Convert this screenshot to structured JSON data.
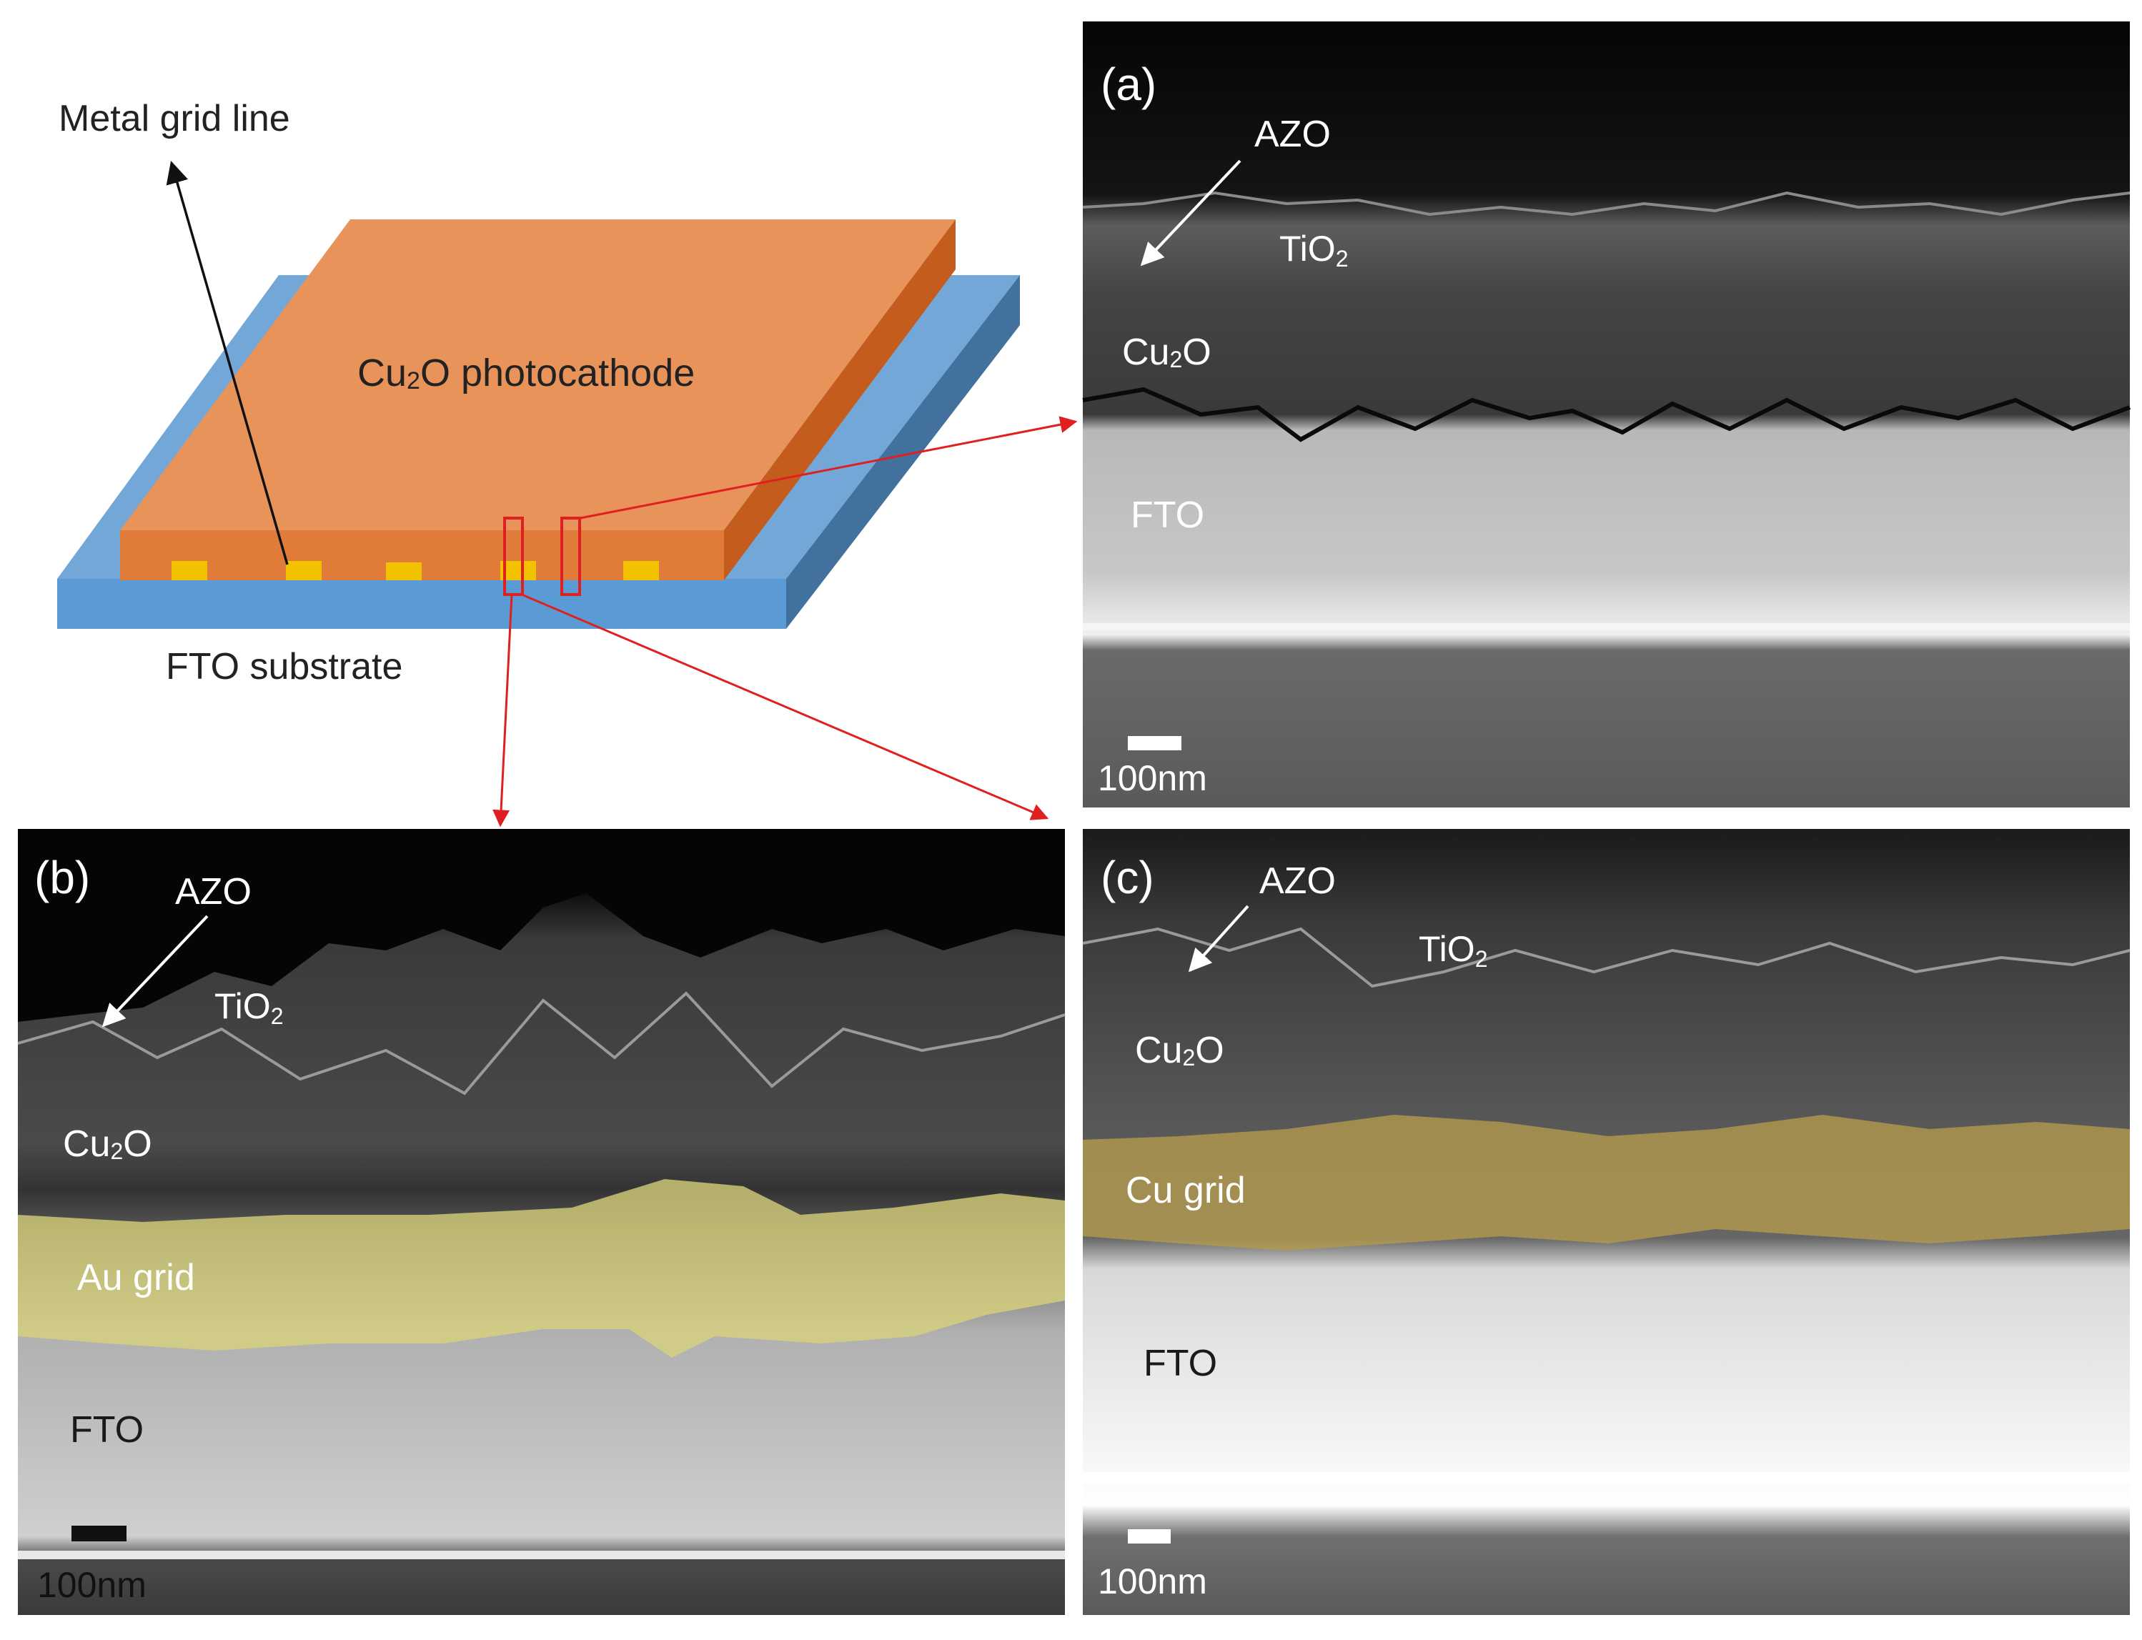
{
  "schematic": {
    "metal_grid_line": "Metal grid line",
    "photocathode_prefix": "Cu",
    "photocathode_sub": "2",
    "photocathode_suffix": "O photocathode",
    "fto_substrate": "FTO substrate"
  },
  "panel_a": {
    "tag": "(a)",
    "azo": "AZO",
    "tio2_main": "TiO",
    "tio2_sub": "2",
    "cu2o_pre": "Cu",
    "cu2o_sub": "2",
    "cu2o_post": "O",
    "fto": "FTO",
    "scale": "100nm"
  },
  "panel_b": {
    "tag": "(b)",
    "azo": "AZO",
    "tio2_main": "TiO",
    "tio2_sub": "2",
    "cu2o_pre": "Cu",
    "cu2o_sub": "2",
    "cu2o_post": "O",
    "grid": "Au grid",
    "fto": "FTO",
    "scale": "100nm"
  },
  "panel_c": {
    "tag": "(c)",
    "azo": "AZO",
    "tio2_main": "TiO",
    "tio2_sub": "2",
    "cu2o_pre": "Cu",
    "cu2o_sub": "2",
    "cu2o_post": "O",
    "grid": "Cu grid",
    "fto": "FTO",
    "scale": "100nm"
  },
  "colors": {
    "substrate_top": "#73a7d8",
    "substrate_front": "#5b9bd5",
    "substrate_side": "#41719c",
    "cu2o_top": "#e8935a",
    "cu2o_front": "#e07b39",
    "cu2o_side": "#c45c1e",
    "grid_pad": "#f2c200",
    "arrow_red": "#e02020",
    "au_overlay": "#d8d27a",
    "cu_overlay": "#b39a4e"
  }
}
